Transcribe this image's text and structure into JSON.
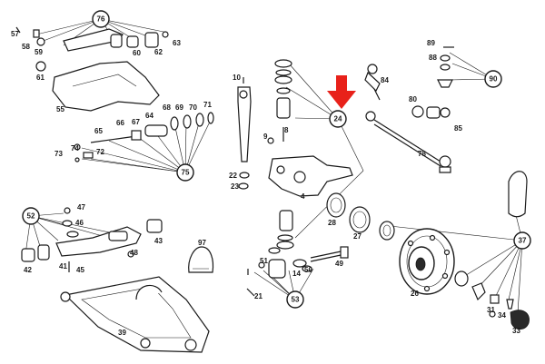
{
  "callouts": [
    {
      "label": "76",
      "circled": true
    },
    {
      "label": "57",
      "circled": false
    },
    {
      "label": "58",
      "circled": false
    },
    {
      "label": "59",
      "circled": false
    },
    {
      "label": "60",
      "circled": false
    },
    {
      "label": "62",
      "circled": false
    },
    {
      "label": "63",
      "circled": false
    },
    {
      "label": "61",
      "circled": false
    },
    {
      "label": "55",
      "circled": false
    },
    {
      "label": "66",
      "circled": false
    },
    {
      "label": "67",
      "circled": false
    },
    {
      "label": "64",
      "circled": false
    },
    {
      "label": "68",
      "circled": false
    },
    {
      "label": "69",
      "circled": false
    },
    {
      "label": "70",
      "circled": false
    },
    {
      "label": "71",
      "circled": false
    },
    {
      "label": "65",
      "circled": false
    },
    {
      "label": "74",
      "circled": false
    },
    {
      "label": "72",
      "circled": false
    },
    {
      "label": "73",
      "circled": false
    },
    {
      "label": "75",
      "circled": true
    },
    {
      "label": "10",
      "circled": false
    },
    {
      "label": "9",
      "circled": false
    },
    {
      "label": "8",
      "circled": false
    },
    {
      "label": "22",
      "circled": false
    },
    {
      "label": "23",
      "circled": false
    },
    {
      "label": "4",
      "circled": false
    },
    {
      "label": "24",
      "circled": true
    },
    {
      "label": "84",
      "circled": false
    },
    {
      "label": "89",
      "circled": false
    },
    {
      "label": "88",
      "circled": false
    },
    {
      "label": "90",
      "circled": true
    },
    {
      "label": "80",
      "circled": false
    },
    {
      "label": "85",
      "circled": false
    },
    {
      "label": "78",
      "circled": false
    },
    {
      "label": "52",
      "circled": true
    },
    {
      "label": "47",
      "circled": false
    },
    {
      "label": "46",
      "circled": false
    },
    {
      "label": "43",
      "circled": false
    },
    {
      "label": "48",
      "circled": false
    },
    {
      "label": "42",
      "circled": false
    },
    {
      "label": "41",
      "circled": false
    },
    {
      "label": "45",
      "circled": false
    },
    {
      "label": "97",
      "circled": false
    },
    {
      "label": "28",
      "circled": false
    },
    {
      "label": "27",
      "circled": false
    },
    {
      "label": "26",
      "circled": false
    },
    {
      "label": "37",
      "circled": true
    },
    {
      "label": "51",
      "circled": false
    },
    {
      "label": "14",
      "circled": false
    },
    {
      "label": "50",
      "circled": false
    },
    {
      "label": "49",
      "circled": false
    },
    {
      "label": "21",
      "circled": false
    },
    {
      "label": "53",
      "circled": true
    },
    {
      "label": "39",
      "circled": false
    },
    {
      "label": "31",
      "circled": false
    },
    {
      "label": "34",
      "circled": false
    },
    {
      "label": "33",
      "circled": false
    }
  ],
  "arrow_color": "#e8211a"
}
